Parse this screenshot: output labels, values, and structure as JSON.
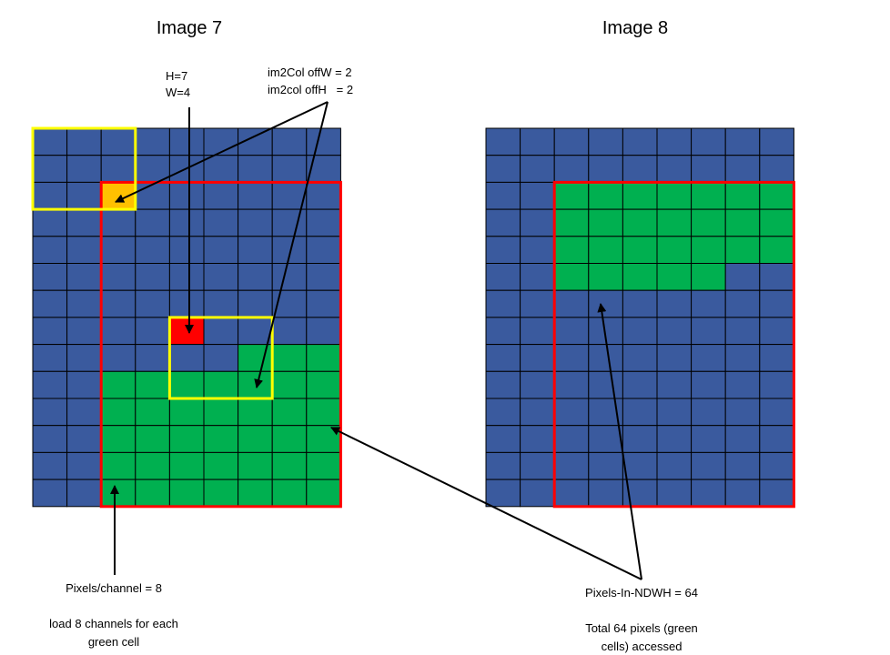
{
  "panels": [
    {
      "title": "Image 7",
      "rows": 14,
      "cols": 9,
      "green_rows": [
        10,
        14
      ],
      "green_cols": [
        3,
        9
      ],
      "green_partial": {
        "row": 9,
        "cols": [
          7,
          9
        ]
      },
      "red_box": {
        "rows": [
          3,
          14
        ],
        "cols": [
          3,
          9
        ]
      },
      "yellow_boxes": [
        {
          "rows": [
            1,
            3
          ],
          "cols": [
            1,
            3
          ]
        },
        {
          "rows": [
            8,
            10
          ],
          "cols": [
            5,
            7
          ]
        }
      ],
      "orange_cell": {
        "row": 3,
        "col": 3
      },
      "red_cell": {
        "row": 8,
        "col": 5
      }
    },
    {
      "title": "Image 8",
      "rows": 14,
      "cols": 9,
      "green_rows": [
        3,
        5
      ],
      "green_cols": [
        3,
        9
      ],
      "green_partial": {
        "row": 6,
        "cols": [
          3,
          7
        ]
      },
      "red_box": {
        "rows": [
          3,
          14
        ],
        "cols": [
          3,
          9
        ]
      }
    }
  ],
  "labels": {
    "h": "H=7",
    "w": "W=4",
    "offw": "im2Col offW = 2",
    "offh": "im2col offH   = 2",
    "pixels_per_channel": "Pixels/channel = 8",
    "load_line1": "load 8 channels for each",
    "load_line2": "green cell",
    "pixels_ndwh": "Pixels-In-NDWH = 64",
    "total_line1": "Total 64 pixels (green",
    "total_line2": "cells) accessed"
  },
  "colors": {
    "blue": "#3A5A9E",
    "green": "#00B050",
    "red": "#FF0000",
    "yellow": "#FFFF00",
    "orange": "#FFC000",
    "grid": "#000000"
  }
}
